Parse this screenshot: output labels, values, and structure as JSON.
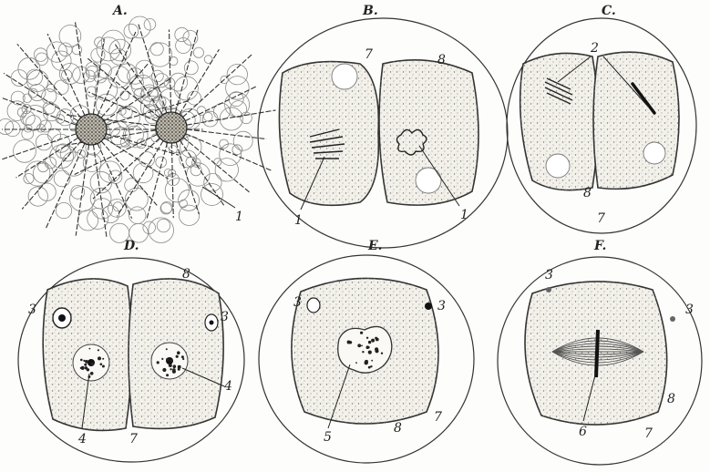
{
  "panels": {
    "A": {
      "title": "A.",
      "labels": [
        "1"
      ]
    },
    "B": {
      "title": "B.",
      "labels": [
        "7",
        "8",
        "1",
        "1"
      ]
    },
    "C": {
      "title": "C.",
      "labels": [
        "2",
        "8",
        "7"
      ]
    },
    "D": {
      "title": "D.",
      "labels": [
        "8",
        "3",
        "3",
        "4",
        "4",
        "7"
      ]
    },
    "E": {
      "title": "E.",
      "labels": [
        "3",
        "3",
        "5",
        "8",
        "7"
      ]
    },
    "F": {
      "title": "F.",
      "labels": [
        "3",
        "3",
        "8",
        "6",
        "7"
      ]
    }
  }
}
